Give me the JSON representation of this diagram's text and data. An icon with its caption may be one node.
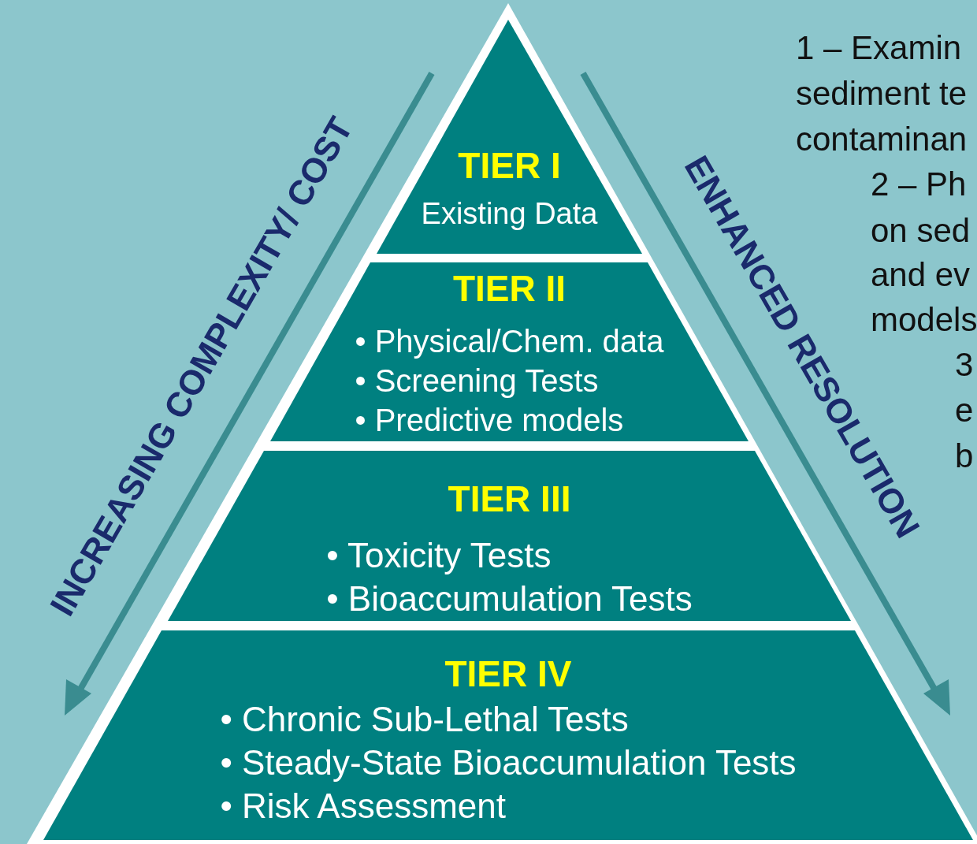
{
  "diagram": {
    "nodes": [
      {
        "text": [
          "TIER I",
          "Existing Data"
        ]
      },
      {
        "text": [
          "TIER II",
          "• Physical/Chem. data",
          "• Screening Tests",
          "• Predictive models"
        ]
      },
      {
        "text": [
          "TIER III",
          "• Toxicity Tests",
          "• Bioaccumulation Tests"
        ]
      },
      {
        "text": [
          "TIER IV",
          "• Chronic Sub-Lethal Tests",
          "• Steady-State Bioaccumulation Tests",
          "• Risk Assessment"
        ]
      }
    ],
    "labels": [
      "INCREASING COMPLEXITY/ COST",
      "ENHANCED RESOLUTION",
      "1 – Examin",
      "sediment te",
      "contaminan",
      "2 – Ph",
      "on sed",
      "and ev",
      "models",
      "3",
      "e",
      "b"
    ]
  }
}
